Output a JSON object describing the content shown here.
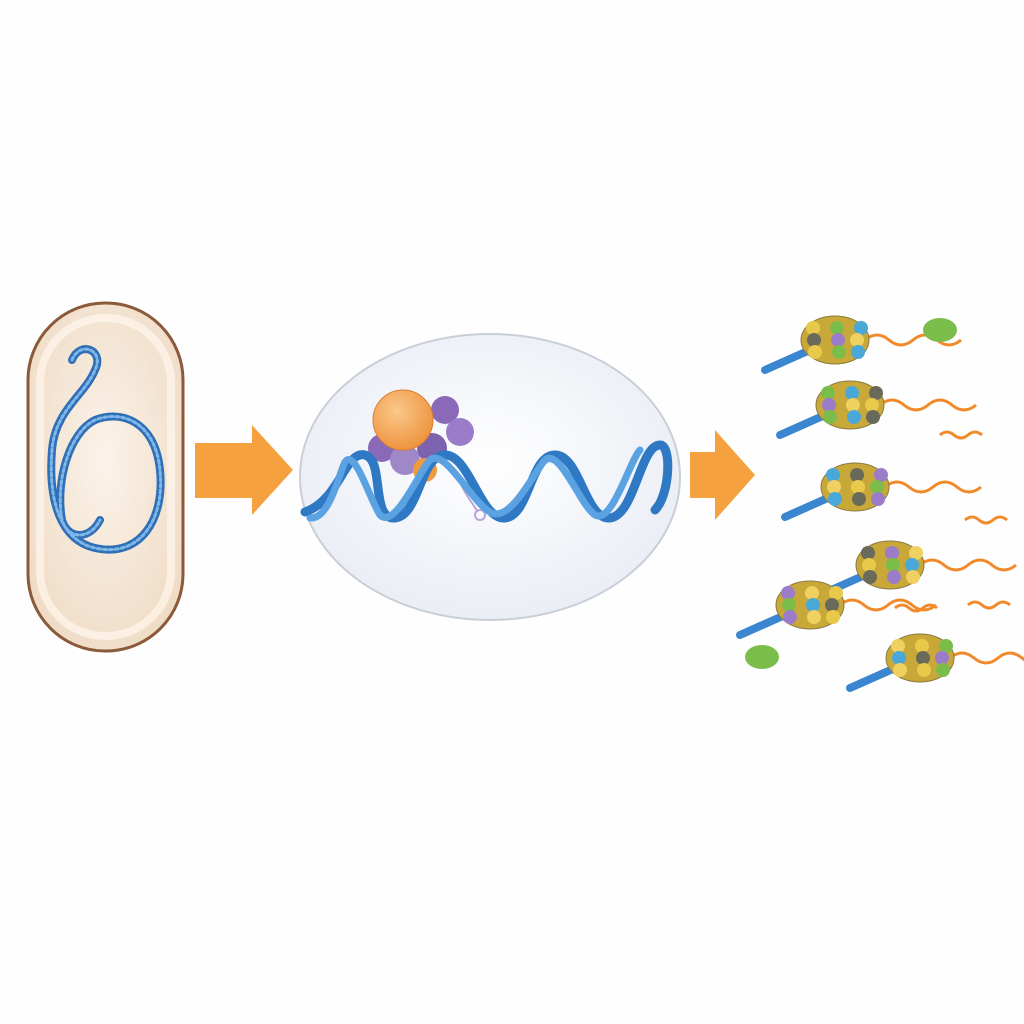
{
  "diagram": {
    "panels": [
      {
        "name": "bacterial-cell",
        "icon": "bacterium-icon"
      },
      {
        "name": "dna-protein-binding",
        "icon": "dna-helix-icon"
      },
      {
        "name": "protein-complex-swarm",
        "icon": "protein-complex-icon"
      }
    ],
    "arrows": 2,
    "colors": {
      "background": "#fefefe",
      "cell_fill": "#f3e2d0",
      "cell_border": "#8b5a3a",
      "dna_blue": "#3a86d0",
      "arrow_orange": "#f6a140",
      "protein_orange": "#f3a45a",
      "protein_purple": "#8a6ab8",
      "ellipse_fill": "#f3f5fa",
      "ellipse_border": "#c9ced8",
      "complex_yellow": "#e8c94a",
      "complex_green": "#7bbd4a",
      "tail_orange": "#f08a2a"
    }
  }
}
